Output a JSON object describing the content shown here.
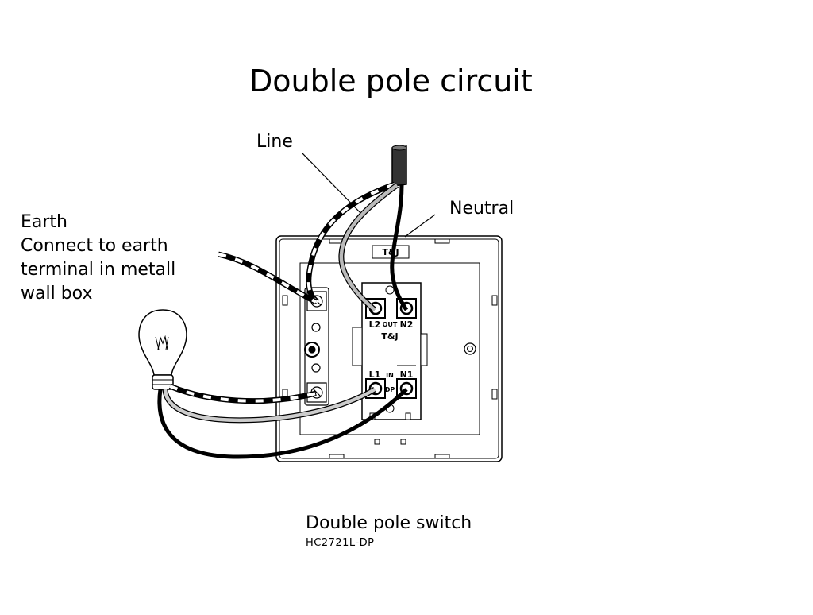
{
  "title": "Double pole circuit",
  "labels": {
    "line": "Line",
    "neutral": "Neutral",
    "earth": [
      "Earth",
      "Connect to earth",
      "terminal in metall",
      "wall box"
    ],
    "switch_name": "Double pole switch",
    "model": "HC2721L-DP"
  },
  "switch_markings": {
    "brand_top": "T&J",
    "brand_mid": "T&J",
    "out_terminals": [
      "L2",
      "OUT",
      "N2"
    ],
    "in_terminals": [
      "L1",
      "IN",
      "N1"
    ],
    "dp": "DP"
  },
  "icons": [
    "light-bulb-icon",
    "screw-terminal-icon"
  ]
}
